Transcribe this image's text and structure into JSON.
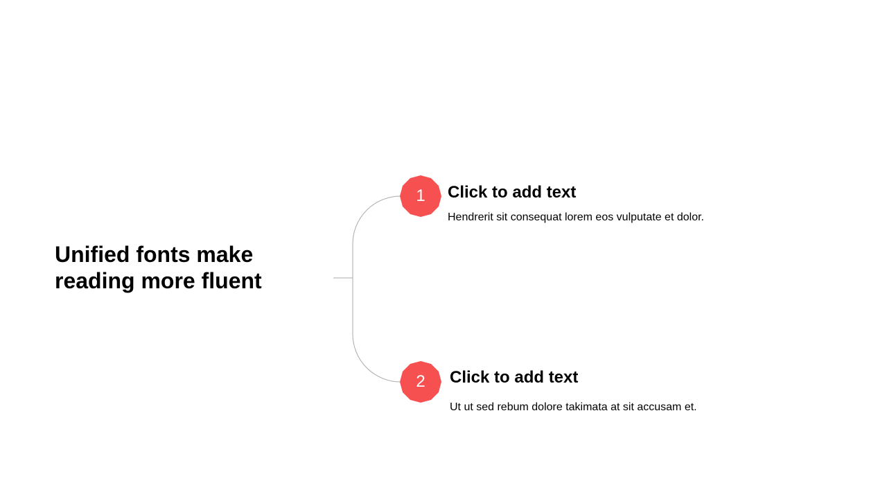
{
  "title": "Unified fonts make reading more fluent",
  "accent_color": "#F75050",
  "items": [
    {
      "number": "1",
      "heading": "Click to add text",
      "text": "Hendrerit sit consequat lorem eos vulputate et dolor."
    },
    {
      "number": "2",
      "heading": "Click to add text",
      "text": "Ut ut sed rebum dolore takimata at sit accusam et."
    }
  ]
}
